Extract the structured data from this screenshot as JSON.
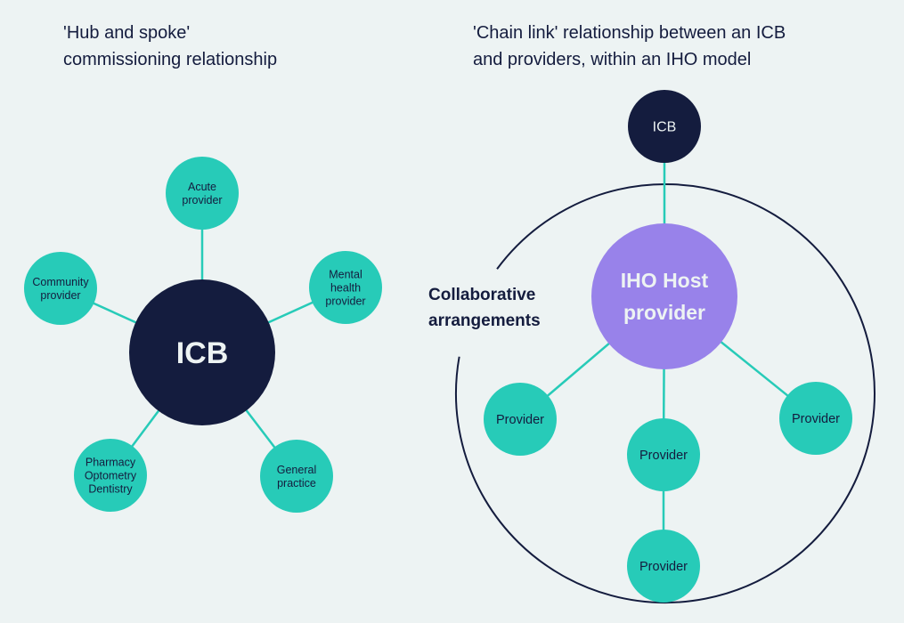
{
  "colors": {
    "background": "#edf3f3",
    "navy": "#141c3e",
    "teal": "#27cbb8",
    "purple": "#9882ea",
    "light_text": "#edf3f3"
  },
  "left_diagram": {
    "title_line1": "'Hub and spoke'",
    "title_line2": "commissioning relationship",
    "hub": {
      "label": "ICB"
    },
    "spokes": [
      {
        "lines": [
          "Acute",
          "provider"
        ]
      },
      {
        "lines": [
          "Mental",
          "health",
          "provider"
        ]
      },
      {
        "lines": [
          "General",
          "practice"
        ]
      },
      {
        "lines": [
          "Pharmacy",
          "Optometry",
          "Dentistry"
        ]
      },
      {
        "lines": [
          "Community",
          "provider"
        ]
      }
    ]
  },
  "right_diagram": {
    "title_line1": "'Chain link' relationship between an ICB",
    "title_line2": "and providers, within an IHO model",
    "icb": {
      "label": "ICB"
    },
    "host": {
      "lines": [
        "IHO Host",
        "provider"
      ]
    },
    "boundary_label": [
      "Collaborative",
      "arrangements"
    ],
    "providers": [
      {
        "label": "Provider"
      },
      {
        "label": "Provider"
      },
      {
        "label": "Provider"
      },
      {
        "label": "Provider"
      }
    ]
  }
}
